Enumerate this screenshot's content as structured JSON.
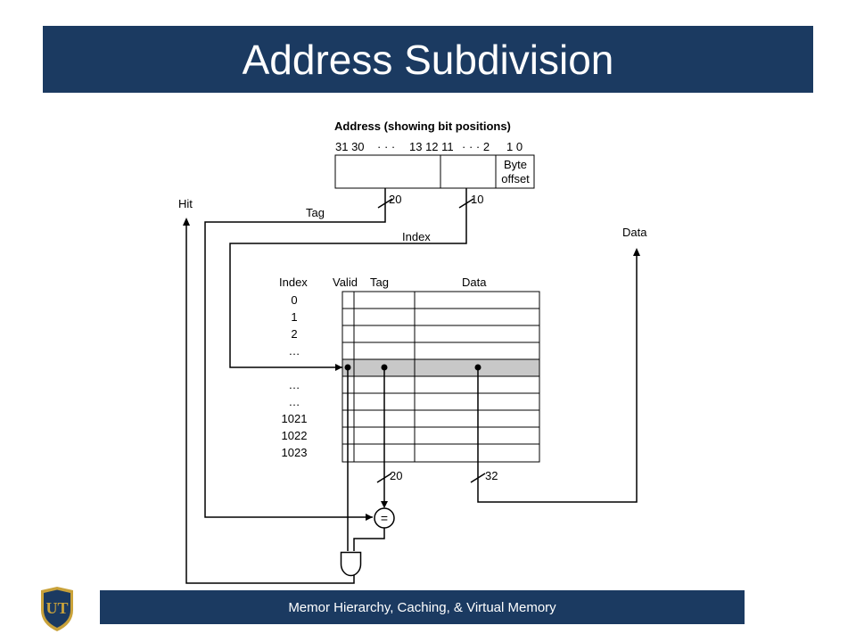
{
  "title": "Address Subdivision",
  "footer": "Memor Hierarchy, Caching, & Virtual Memory",
  "logo": {
    "text": "UT",
    "colors": {
      "shield": "#1b3a61",
      "gold": "#c9a23a"
    }
  },
  "colors": {
    "bar": "#1b3a61",
    "highlight_row": "#c8c8c8"
  },
  "diagram": {
    "address_title": "Address (showing bit positions)",
    "bit_positions": [
      "31 30",
      "· · ·",
      "13 12 11",
      "· · · 2",
      "1 0"
    ],
    "byte_offset": [
      "Byte",
      "offset"
    ],
    "tag_bits": "20",
    "index_bits": "10",
    "tag_label": "Tag",
    "index_label": "Index",
    "hit_label": "Hit",
    "data_label": "Data",
    "table_headers": [
      "Index",
      "Valid",
      "Tag",
      "Data"
    ],
    "row_indices": [
      "0",
      "1",
      "2",
      "…",
      "",
      "…",
      "…",
      "1021",
      "1022",
      "1023"
    ],
    "tag_compare_bits": "20",
    "data_bits": "32",
    "comparator_symbol": "="
  }
}
